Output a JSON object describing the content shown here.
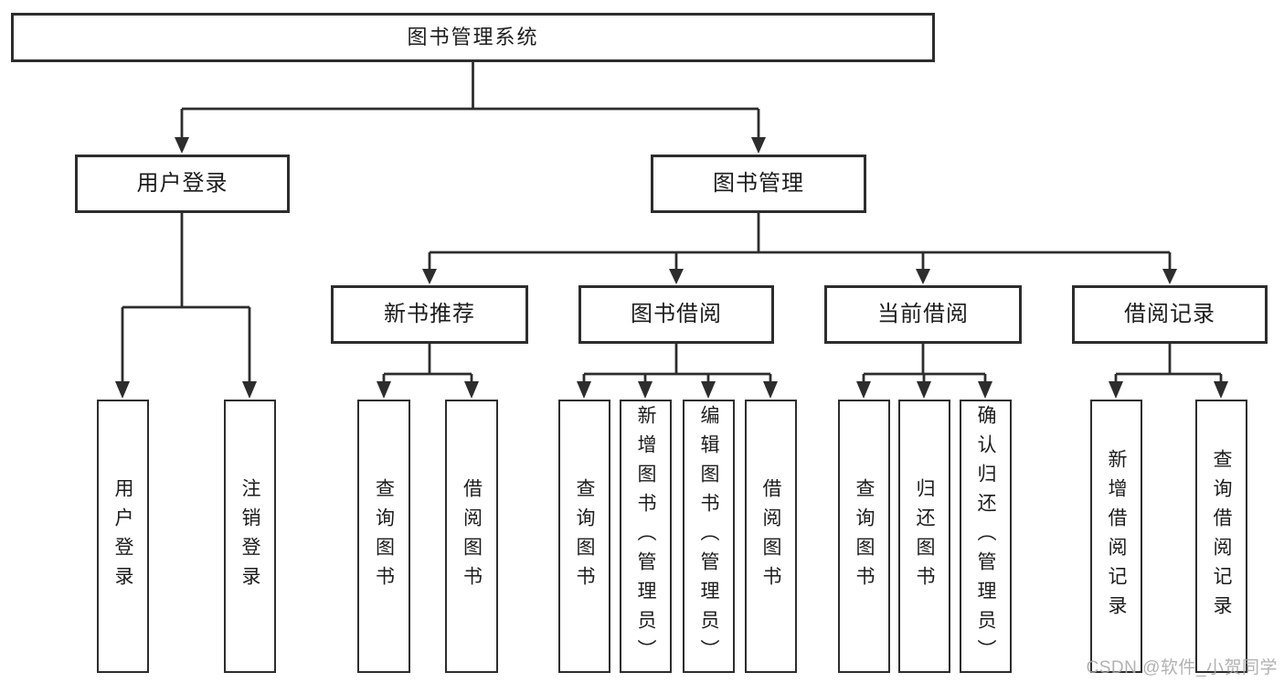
{
  "tree": {
    "label": "图书管理系统",
    "children": [
      {
        "label": "用户登录",
        "children": [
          {
            "label": "用户登录"
          },
          {
            "label": "注销登录"
          }
        ]
      },
      {
        "label": "图书管理",
        "children": [
          {
            "label": "新书推荐",
            "children": [
              {
                "label": "查询图书"
              },
              {
                "label": "借阅图书"
              }
            ]
          },
          {
            "label": "图书借阅",
            "children": [
              {
                "label": "查询图书"
              },
              {
                "label": "新增图书（管理员）"
              },
              {
                "label": "编辑图书（管理员）"
              },
              {
                "label": "借阅图书"
              }
            ]
          },
          {
            "label": "当前借阅",
            "children": [
              {
                "label": "查询图书"
              },
              {
                "label": "归还图书"
              },
              {
                "label": "确认归还（管理员）"
              }
            ]
          },
          {
            "label": "借阅记录",
            "children": [
              {
                "label": "新增借阅记录"
              },
              {
                "label": "查询借阅记录"
              }
            ]
          }
        ]
      }
    ]
  },
  "watermark": "CSDN @软件_小贺同学",
  "colors": {
    "line": "#2d2d2d",
    "box_border": "#2d2d2d",
    "box_background": "#ffffff",
    "text": "#1c1c1c",
    "watermark": "#aaaaaa",
    "background": "#ffffff"
  }
}
